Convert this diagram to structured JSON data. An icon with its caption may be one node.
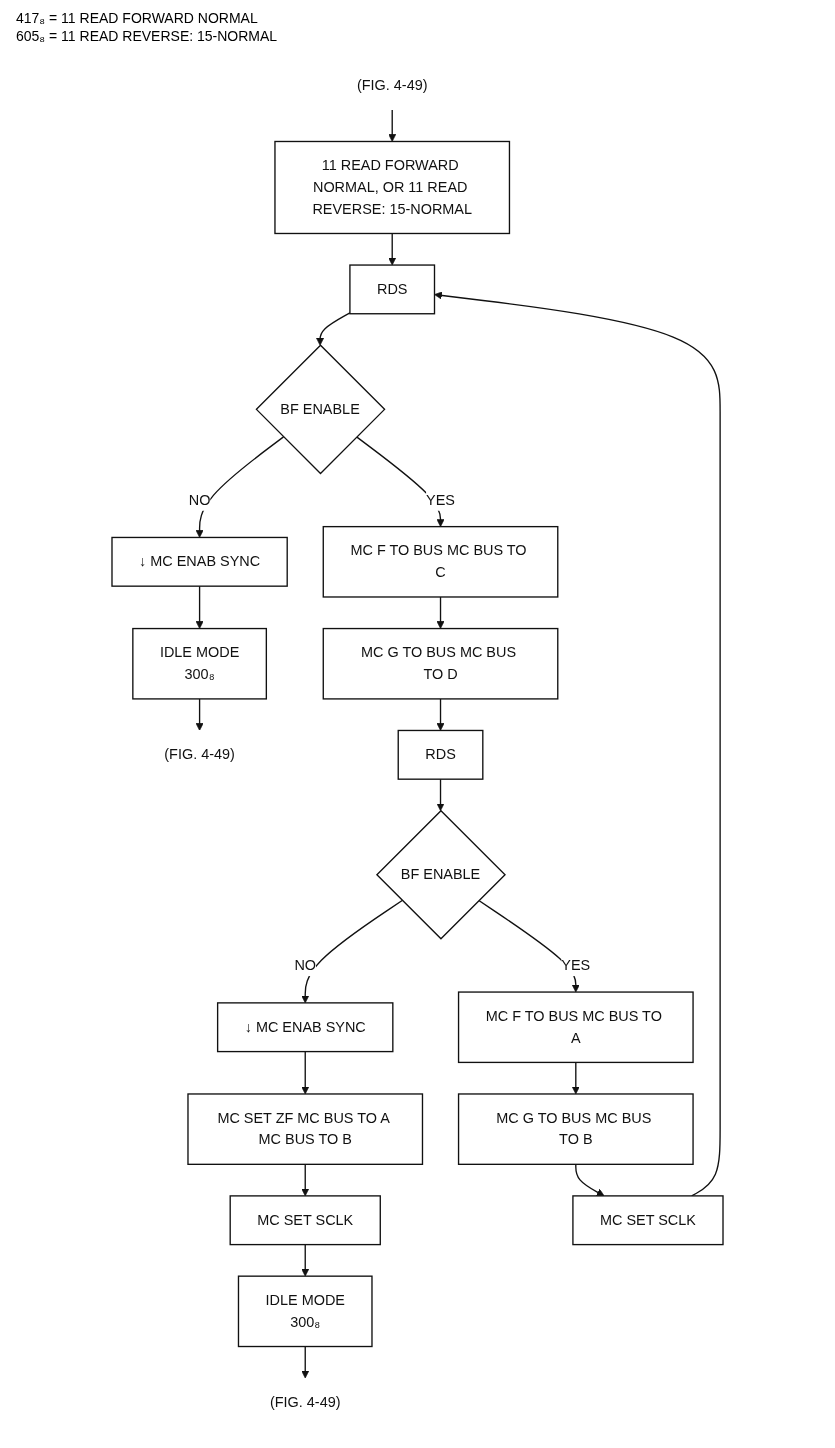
{
  "diagram": {
    "nodes": [
      {
        "text": [
          "(FIG. 4-49)"
        ]
      },
      {
        "text": [
          "11 READ FORWARD NORMAL, OR 11 READ REVERSE: 15-NORMAL"
        ]
      },
      {
        "text": [
          "RDS"
        ]
      },
      {
        "text": [
          "BF ENABLE"
        ]
      },
      {
        "text": [
          "↓ MC ENAB SYNC"
        ]
      },
      {
        "text": [
          "IDLE MODE",
          "300₈"
        ]
      },
      {
        "text": [
          "(FIG. 4-49)"
        ]
      },
      {
        "text": [
          "MC F TO BUS MC BUS TO C"
        ]
      },
      {
        "text": [
          "MC G TO BUS MC BUS TO D"
        ]
      },
      {
        "text": [
          "RDS"
        ]
      },
      {
        "text": [
          "BF ENABLE"
        ]
      },
      {
        "text": [
          "↓ MC ENAB SYNC"
        ]
      },
      {
        "text": [
          "MC SET ZF MC BUS TO A MC BUS TO B"
        ]
      },
      {
        "text": [
          "MC SET SCLK"
        ]
      },
      {
        "text": [
          "IDLE MODE",
          "300₈"
        ]
      },
      {
        "text": [
          "(FIG. 4-49)"
        ]
      },
      {
        "text": [
          "MC F TO BUS MC BUS TO A"
        ]
      },
      {
        "text": [
          "MC G TO BUS MC BUS TO B"
        ]
      },
      {
        "text": [
          "MC SET SCLK"
        ]
      }
    ],
    "edges": [
      {
        "from": 0,
        "to": 1,
        "arrow": "to"
      },
      {
        "from": 1,
        "to": 2,
        "arrow": "to"
      },
      {
        "from": 2,
        "to": 3,
        "arrow": "to"
      },
      {
        "from": 3,
        "to": 4,
        "label": "NO",
        "arrow": "to"
      },
      {
        "from": 4,
        "to": 5,
        "arrow": "to"
      },
      {
        "from": 5,
        "to": 6,
        "arrow": "to"
      },
      {
        "from": 3,
        "to": 7,
        "label": "YES",
        "arrow": "to"
      },
      {
        "from": 7,
        "to": 8,
        "arrow": "to"
      },
      {
        "from": 8,
        "to": 9,
        "arrow": "to"
      },
      {
        "from": 9,
        "to": 10,
        "arrow": "to"
      },
      {
        "from": 10,
        "to": 11,
        "label": "NO",
        "arrow": "to"
      },
      {
        "from": 11,
        "to": 12,
        "arrow": "to"
      },
      {
        "from": 12,
        "to": 13,
        "arrow": "to"
      },
      {
        "from": 13,
        "to": 14,
        "arrow": "to"
      },
      {
        "from": 14,
        "to": 15,
        "arrow": "to"
      },
      {
        "from": 10,
        "to": 16,
        "label": "YES",
        "arrow": "to"
      },
      {
        "from": 16,
        "to": 17,
        "arrow": "to"
      },
      {
        "from": 17,
        "to": 18,
        "arrow": "to"
      },
      {
        "from": 18,
        "to": 2,
        "arrow": "to"
      }
    ],
    "labels": [
      "417₈ = 11 READ FORWARD NORMAL",
      "605₈ = 11 READ REVERSE: 15-NORMAL"
    ]
  }
}
